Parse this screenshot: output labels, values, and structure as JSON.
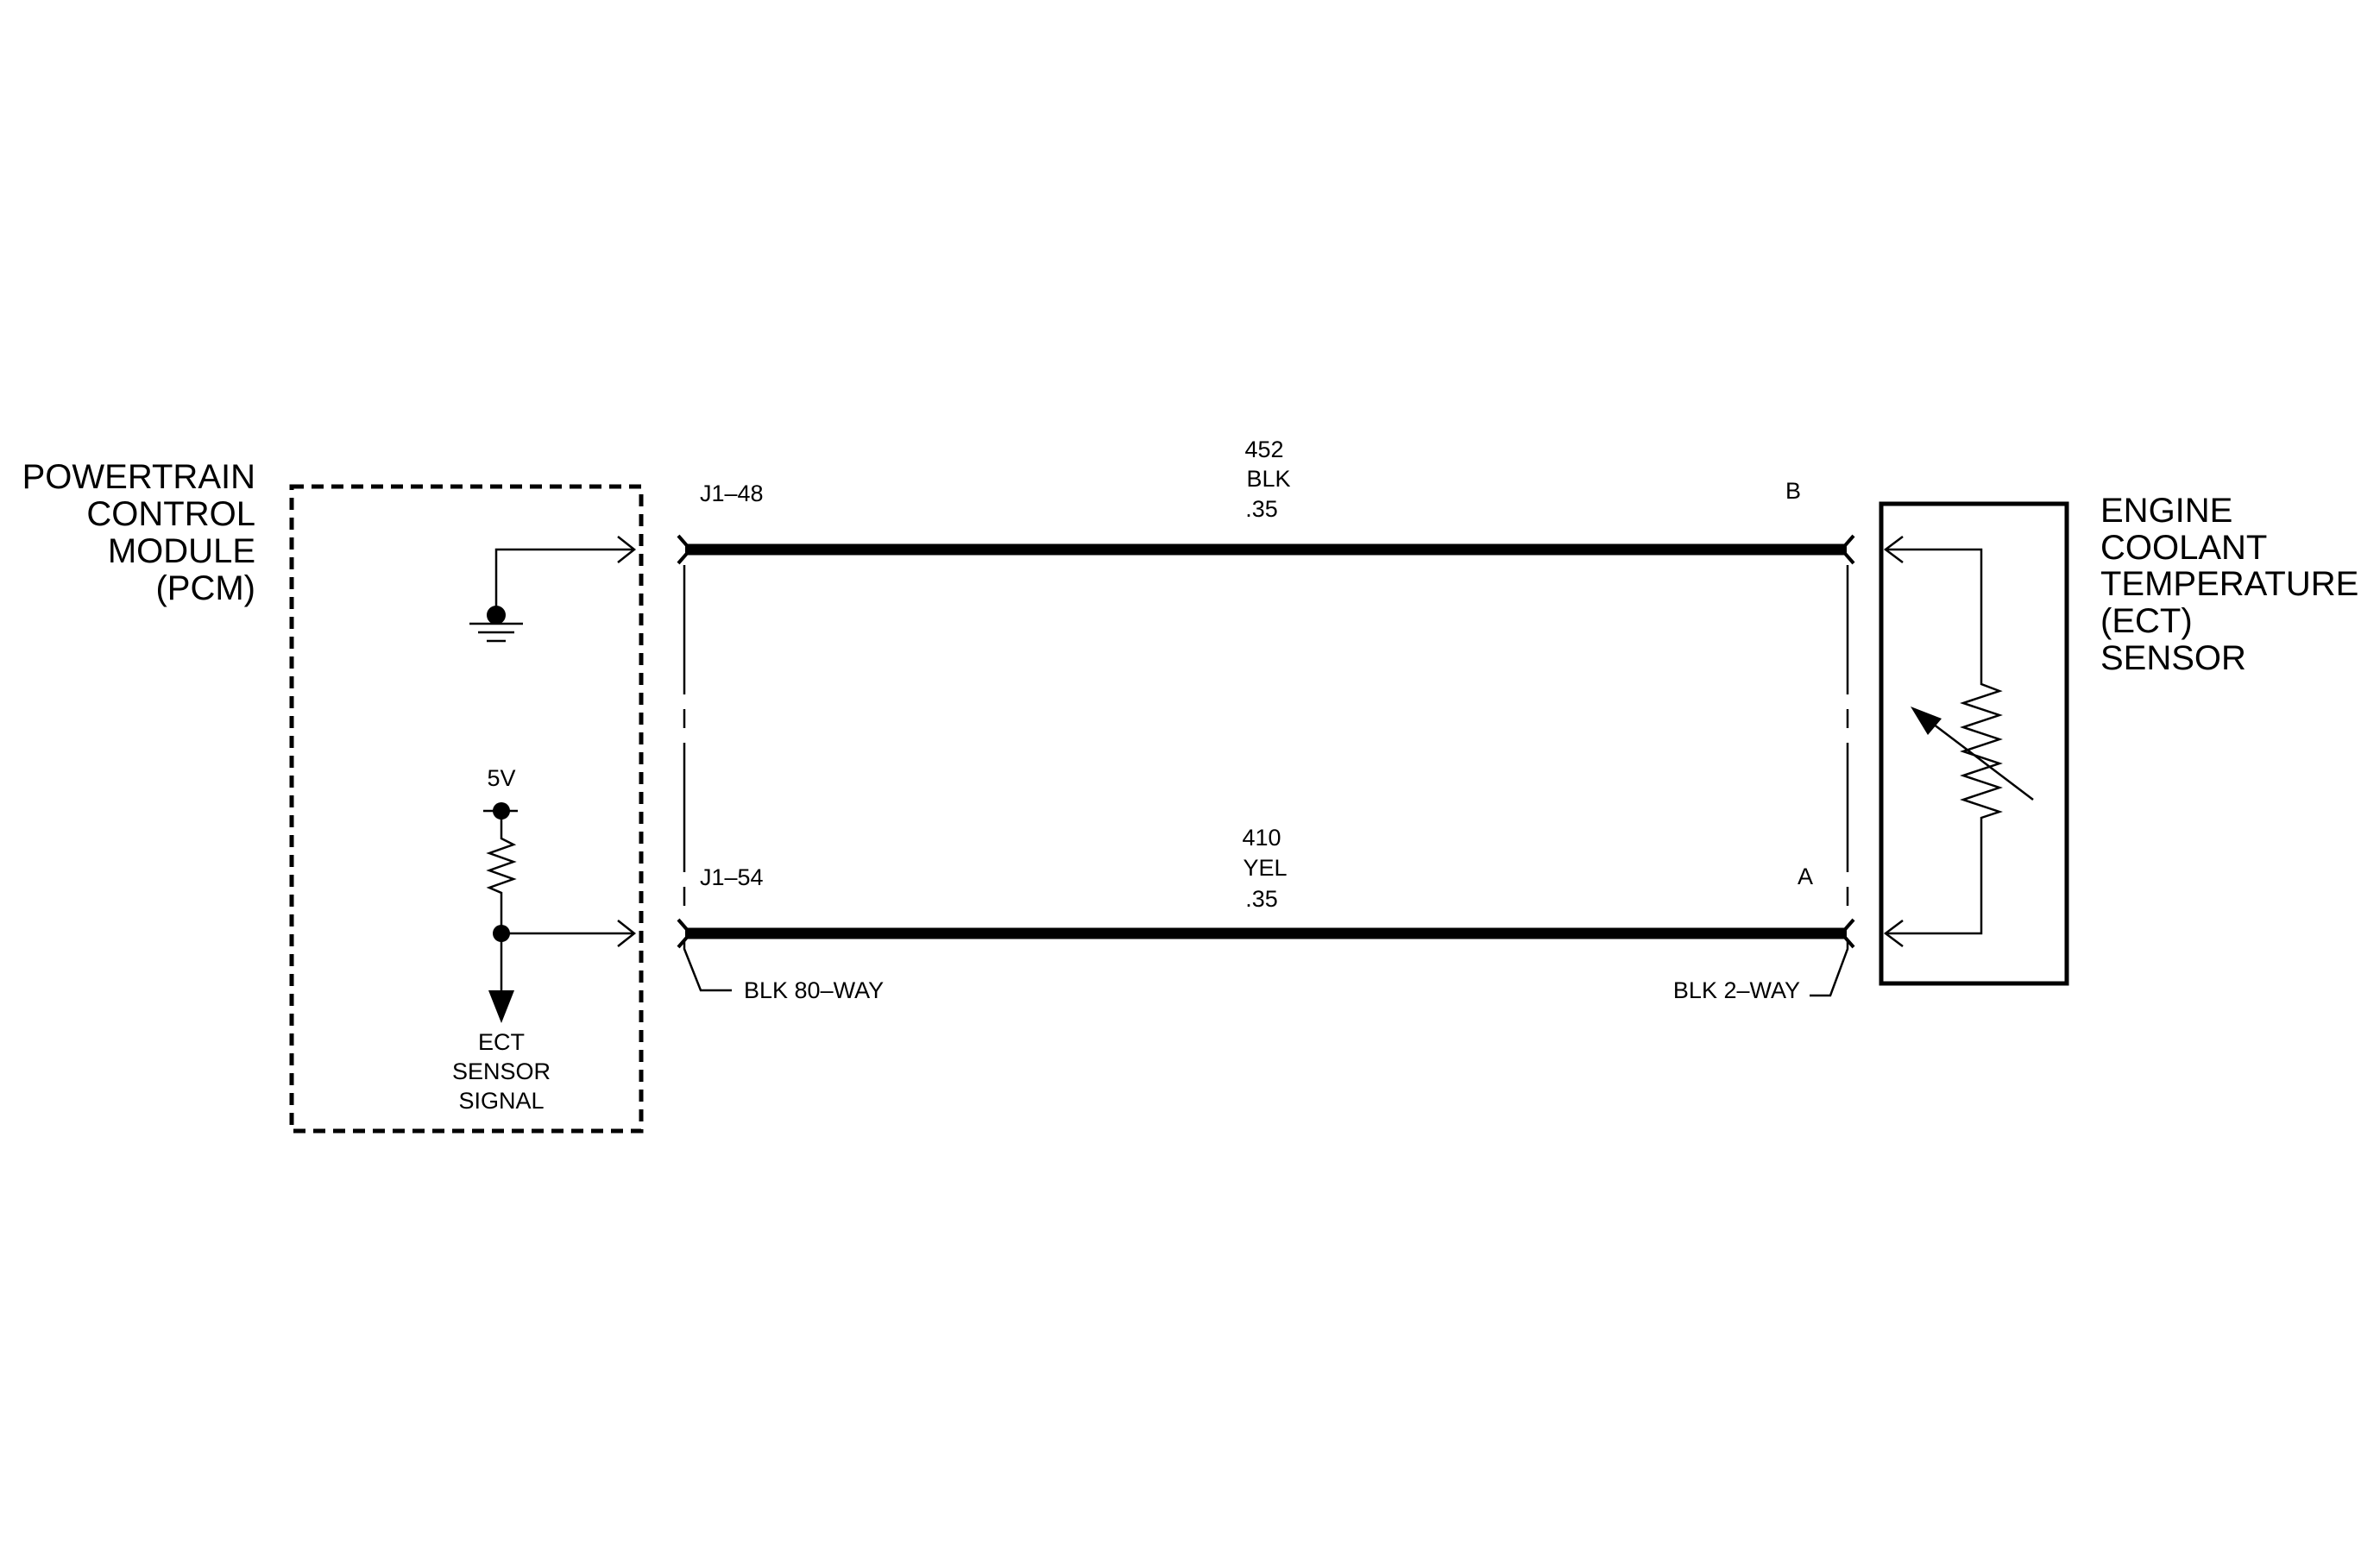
{
  "pcm": {
    "label_lines": [
      "POWERTRAIN",
      "CONTROL",
      "MODULE",
      "(PCM)"
    ],
    "supply_voltage": "5V",
    "signal_lines": [
      "ECT",
      "SENSOR",
      "SIGNAL"
    ]
  },
  "sensor": {
    "label_lines": [
      "ENGINE",
      "COOLANT",
      "TEMPERATURE",
      "(ECT)",
      "SENSOR"
    ]
  },
  "circuits": [
    {
      "id": "452",
      "color": "BLK",
      "gauge": ".35",
      "pcm_pin": "J1–48",
      "sensor_pin": "B"
    },
    {
      "id": "410",
      "color": "YEL",
      "gauge": ".35",
      "pcm_pin": "J1–54",
      "sensor_pin": "A"
    }
  ],
  "connectors": {
    "pcm": "BLK 80–WAY",
    "sensor": "BLK 2–WAY"
  }
}
